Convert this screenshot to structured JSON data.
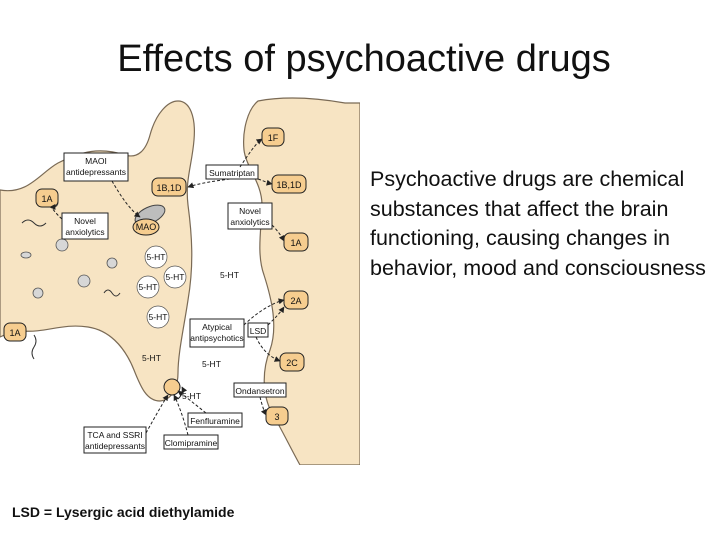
{
  "title": "Effects of psychoactive drugs",
  "description": "Psychoactive drugs are chemical substances that affect the brain functioning, causing changes in behavior, mood and consciousness",
  "footnote": "LSD = Lysergic acid diethylamide",
  "diagram": {
    "receptors": {
      "r1F": "1F",
      "r1B1D_post": "1B,1D",
      "r1A_post": "1A",
      "r2A": "2A",
      "r2C": "2C",
      "r3": "3",
      "r1B1D_pre": "1B,1D",
      "r1A_left": "1A",
      "r1A_left_low": "1A"
    },
    "enzyme": "MAO",
    "transmitter": "5-HT",
    "drugs": {
      "maoi_line1": "MAOI",
      "maoi_line2": "antidepressants",
      "novel_left_line1": "Novel",
      "novel_left_line2": "anxiolytics",
      "sumatriptan": "Sumatriptan",
      "novel_right_line1": "Novel",
      "novel_right_line2": "anxiolytics",
      "atypical_line1": "Atypical",
      "atypical_line2": "antipsychotics",
      "lsd": "LSD",
      "ondansetron": "Ondansetron",
      "fenfluramine": "Fenfluramine",
      "clomipramine": "Clomipramine",
      "tca_line1": "TCA and SSRI",
      "tca_line2": "antidepressants"
    },
    "colors": {
      "cell_fill": "#f7e4c3",
      "cell_stroke": "#7a6a55",
      "receptor_fill": "#f6cd8f"
    }
  }
}
